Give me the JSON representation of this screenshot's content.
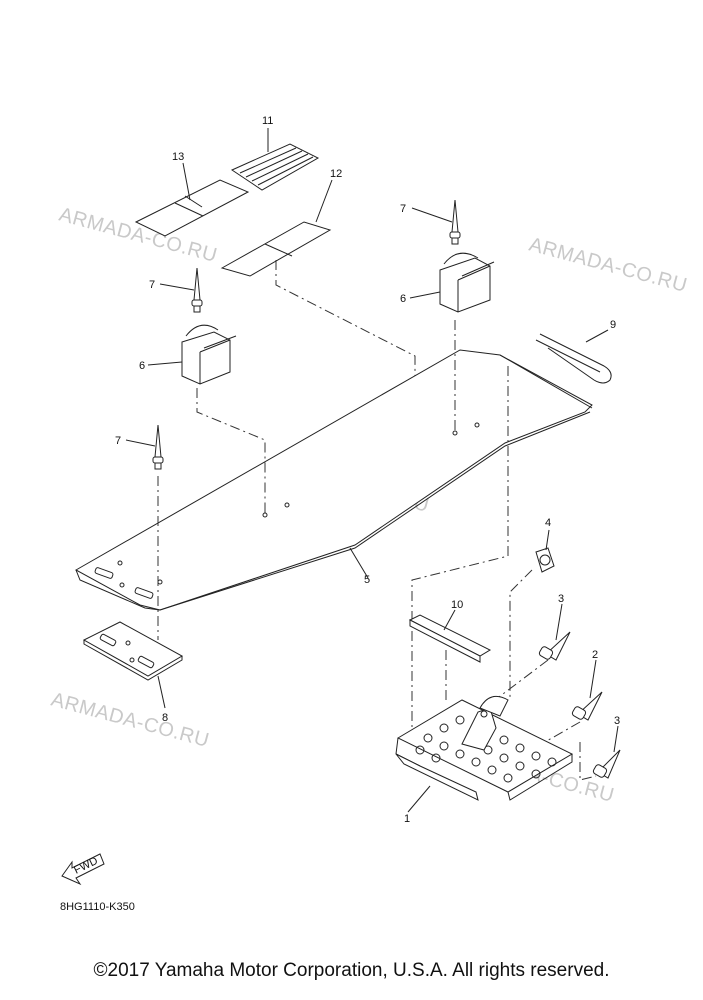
{
  "watermark": "ARMADA-CO.RU",
  "callouts": {
    "p1": "1",
    "p2": "2",
    "p3a": "3",
    "p3b": "3",
    "p4": "4",
    "p5": "5",
    "p6a": "6",
    "p6b": "6",
    "p7a": "7",
    "p7b": "7",
    "p7c": "7",
    "p8": "8",
    "p9": "9",
    "p10": "10",
    "p11": "11",
    "p12": "12",
    "p13": "13"
  },
  "fwd_label": "FWD",
  "diagram_ref": "8HG1110-K350",
  "copyright": "©2017 Yamaha Motor Corporation, U.S.A. All rights reserved."
}
